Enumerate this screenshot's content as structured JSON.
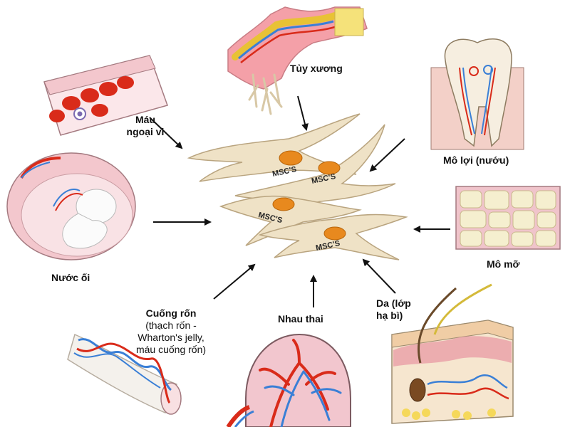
{
  "labels": {
    "bone_marrow": "Tủy xương",
    "peripheral_blood_line1": "Máu",
    "peripheral_blood_line2": "ngoại vi",
    "gum_tissue": "Mô lợi (nướu)",
    "amniotic_fluid": "Nước ối",
    "adipose_tissue": "Mô mỡ",
    "umbilical_cord_title": "Cuống rốn",
    "umbilical_cord_sub1": "(thạch rốn -",
    "umbilical_cord_sub2": "Wharton's jelly,",
    "umbilical_cord_sub3": "máu cuống rốn)",
    "placenta": "Nhau thai",
    "skin_line1": "Da (lớp",
    "skin_line2": "hạ bì)"
  },
  "cells": [
    "MSC'S",
    "MSC'S",
    "MSC'S",
    "MSC'S"
  ],
  "colors": {
    "cell_body": "#efe2c6",
    "cell_outline": "#b9a47f",
    "nucleus": "#e8891e",
    "blood_red": "#d92b1a",
    "vessel_blue": "#3a7fd6",
    "tissue_pink": "#f2c2c6",
    "fat_cream": "#f5efcf",
    "arrow": "#111111"
  }
}
